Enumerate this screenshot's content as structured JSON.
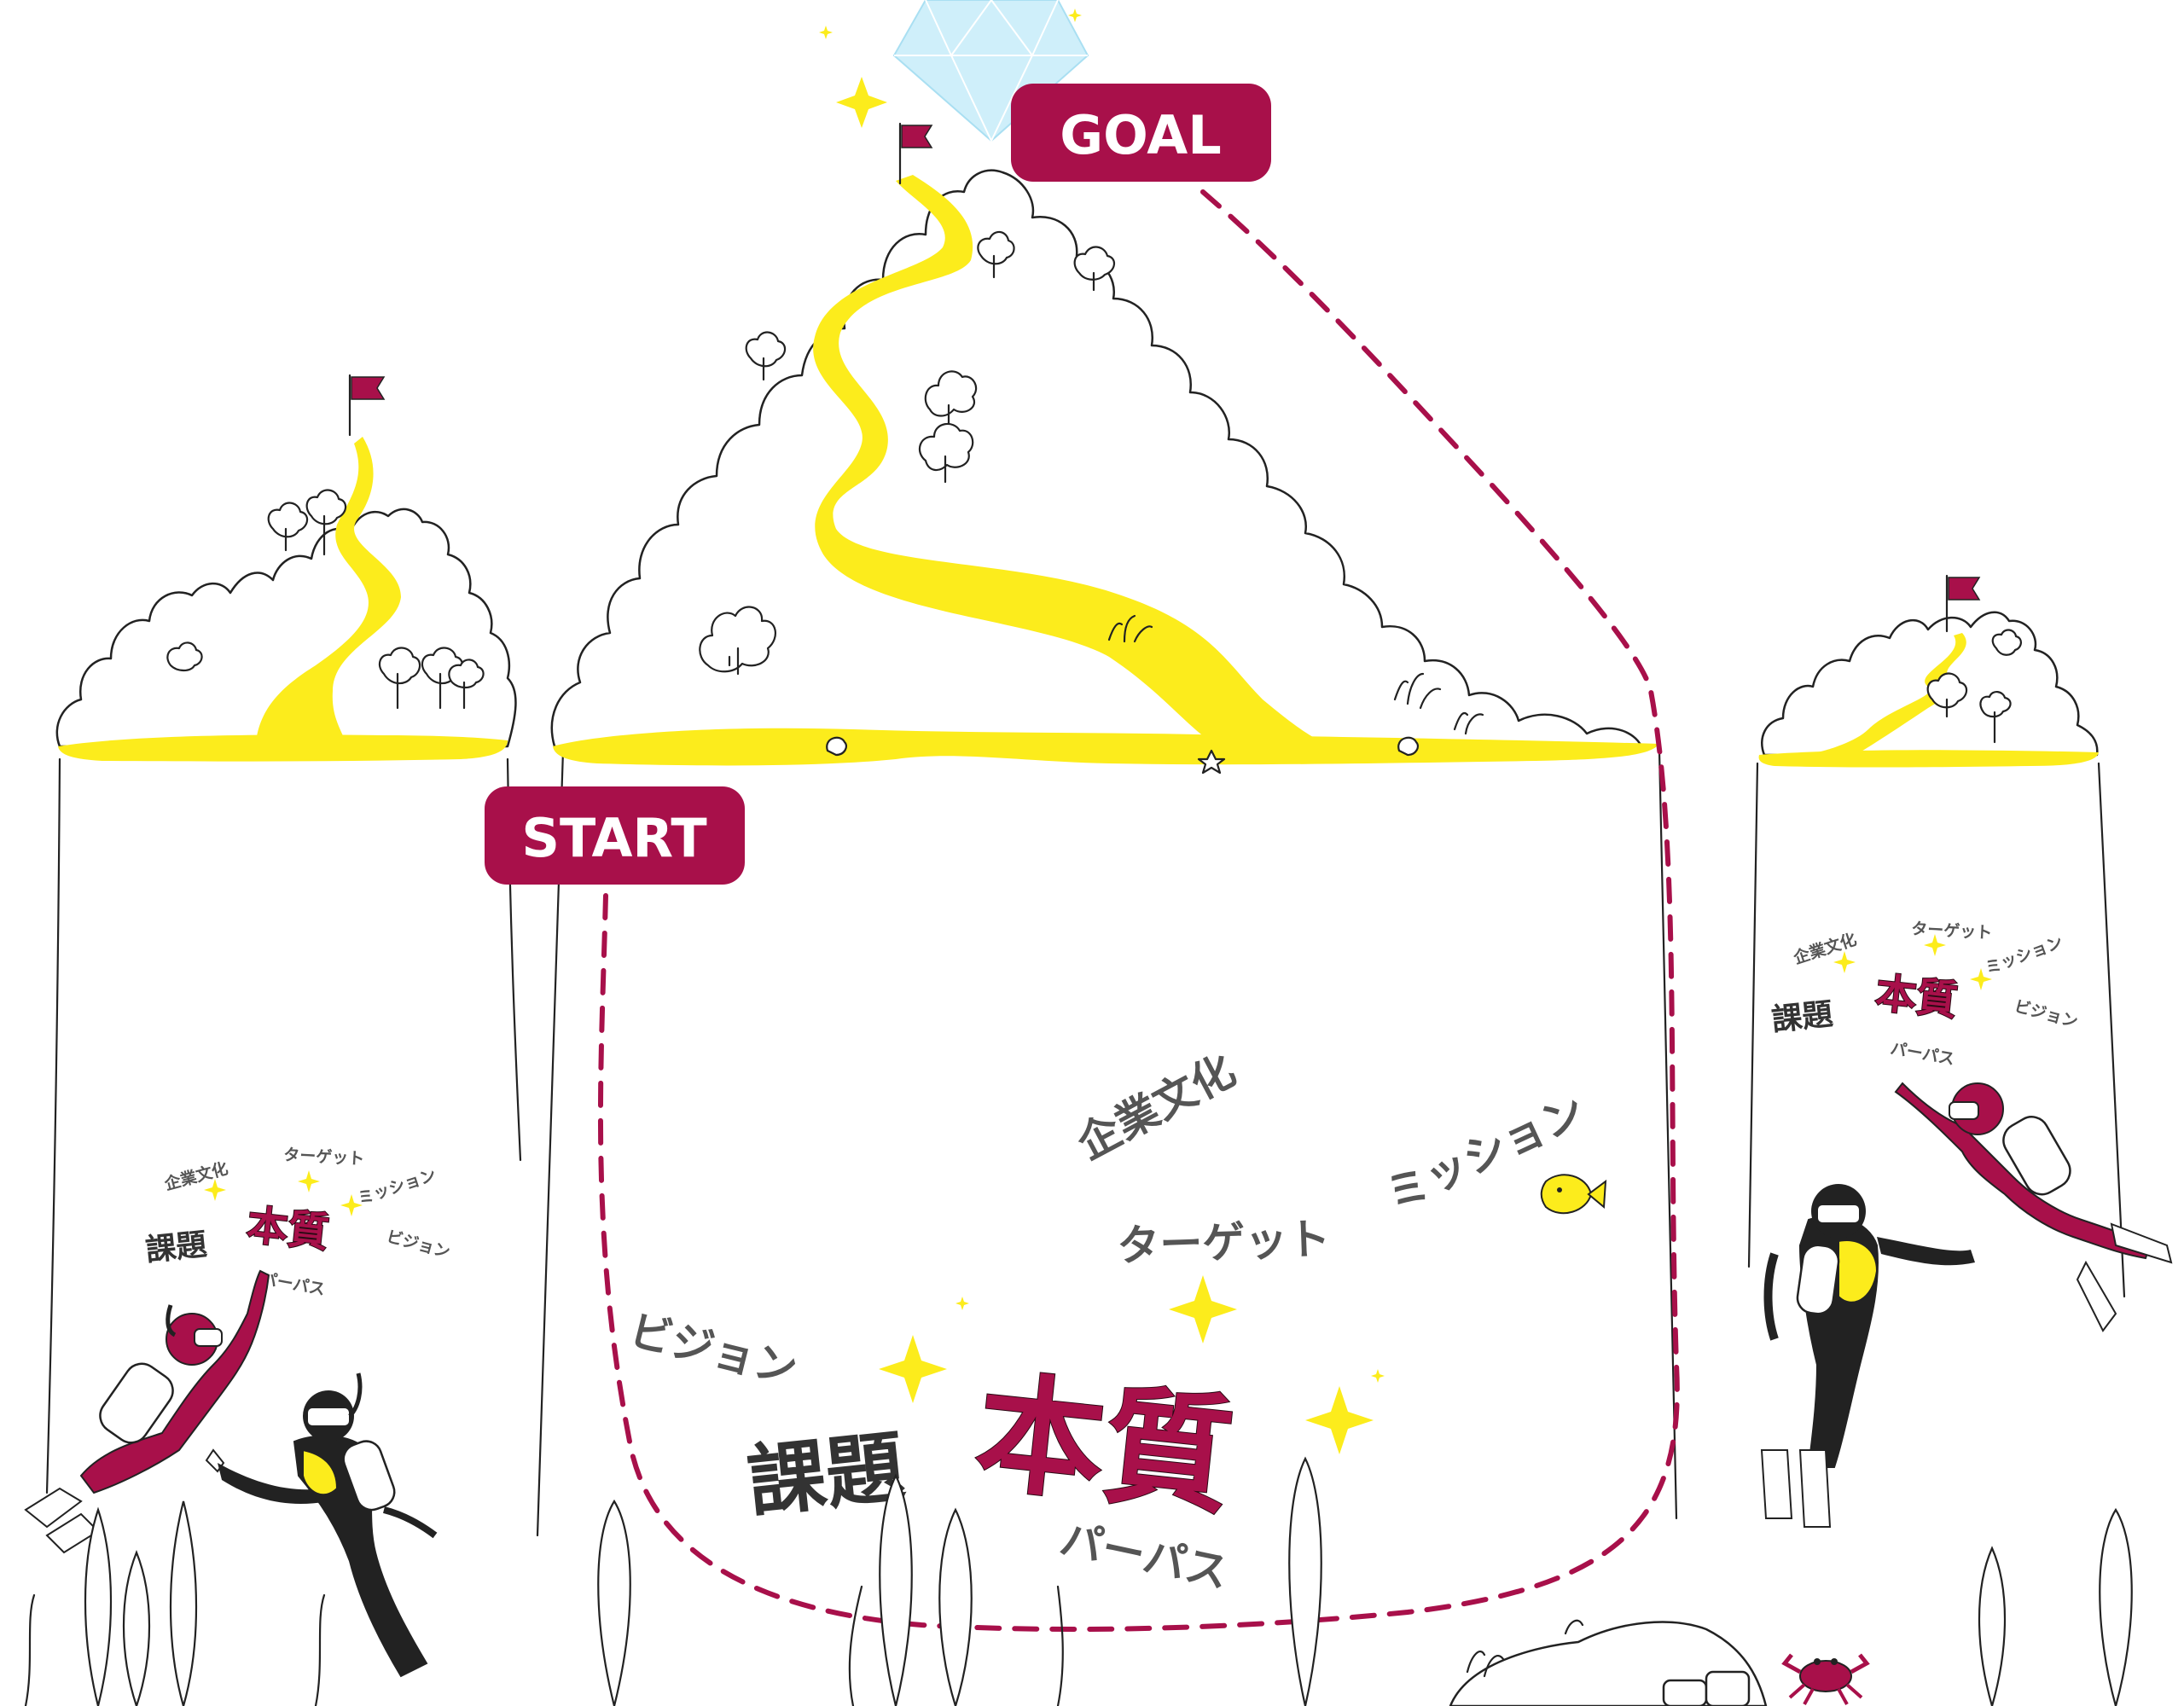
{
  "labels": {
    "goal": "GOAL",
    "start": "START"
  },
  "main": {
    "words": {
      "culture": "企業文化",
      "mission": "ミッション",
      "target": "ターゲット",
      "vision": "ビジョン",
      "issue": "課題",
      "essence": "本質",
      "purpose": "パーパス"
    }
  },
  "left": {
    "words": {
      "culture": "企業文化",
      "target": "ターゲット",
      "mission": "ミッション",
      "issue": "課題",
      "essence": "本質",
      "vision": "ビジョン",
      "purpose": "パーパス"
    }
  },
  "right": {
    "words": {
      "culture": "企業文化",
      "target": "ターゲット",
      "mission": "ミッション",
      "issue": "課題",
      "essence": "本質",
      "vision": "ビジョン",
      "purpose": "パーパス"
    }
  },
  "colors": {
    "accent": "#a8104a",
    "path": "#fcec1c",
    "diamond": "#cfeffa",
    "ink": "#222222"
  }
}
